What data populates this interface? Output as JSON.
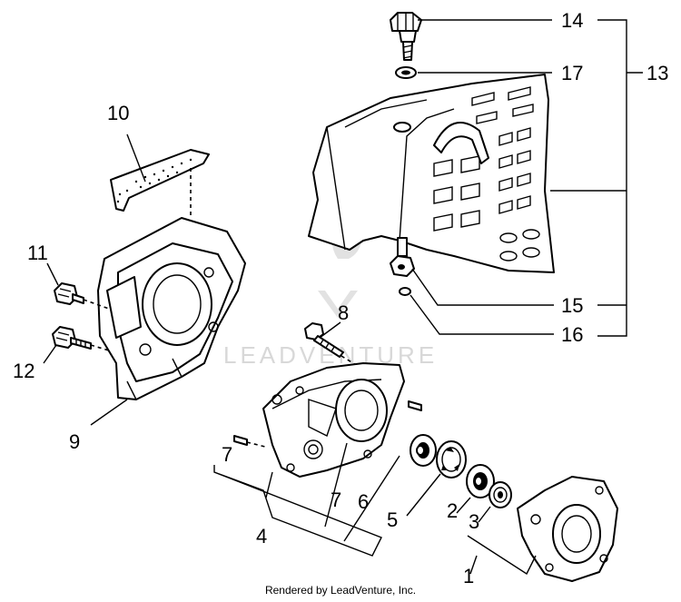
{
  "callouts": {
    "c1": "1",
    "c2": "2",
    "c3": "3",
    "c4": "4",
    "c5": "5",
    "c6": "6",
    "c7a": "7",
    "c7b": "7",
    "c8": "8",
    "c9": "9",
    "c10": "10",
    "c11": "11",
    "c12": "12",
    "c13": "13",
    "c14": "14",
    "c15": "15",
    "c16": "16",
    "c17": "17"
  },
  "watermark": "LEADVENTURE",
  "footer": "Rendered by LeadVenture, Inc."
}
